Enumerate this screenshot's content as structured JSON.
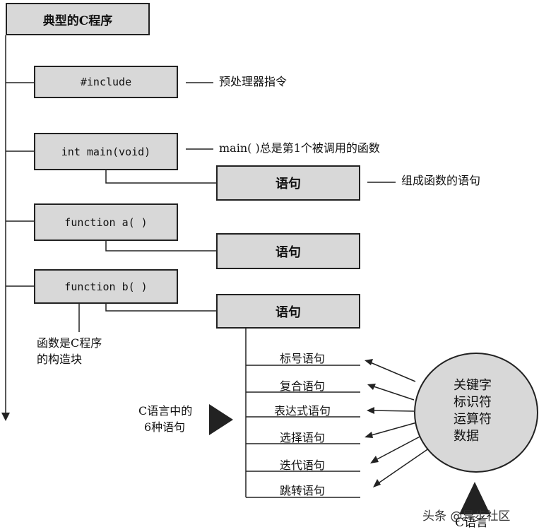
{
  "title": "典型的C程序",
  "blocks": {
    "include": "#include",
    "main": "int main(void)",
    "func_a": "function a( )",
    "func_b": "function b( )"
  },
  "annotations": {
    "preprocessor": "预处理器指令",
    "main_first": "main( )总是第1个被调用的函数",
    "statements_form": "组成函数的语句",
    "building_block_line1": "函数是C程序",
    "building_block_line2": "的构造块",
    "six_kinds_line1": "C语言中的",
    "six_kinds_line2": "6种语句"
  },
  "statement_label": "语句",
  "statement_kinds": [
    "标号语句",
    "复合语句",
    "表达式语句",
    "选择语句",
    "迭代语句",
    "跳转语句"
  ],
  "circle_lines": [
    "关键字",
    "标识符",
    "运算符",
    "数据"
  ],
  "circle_caption": "C语言",
  "watermark": "头条 @异步社区"
}
